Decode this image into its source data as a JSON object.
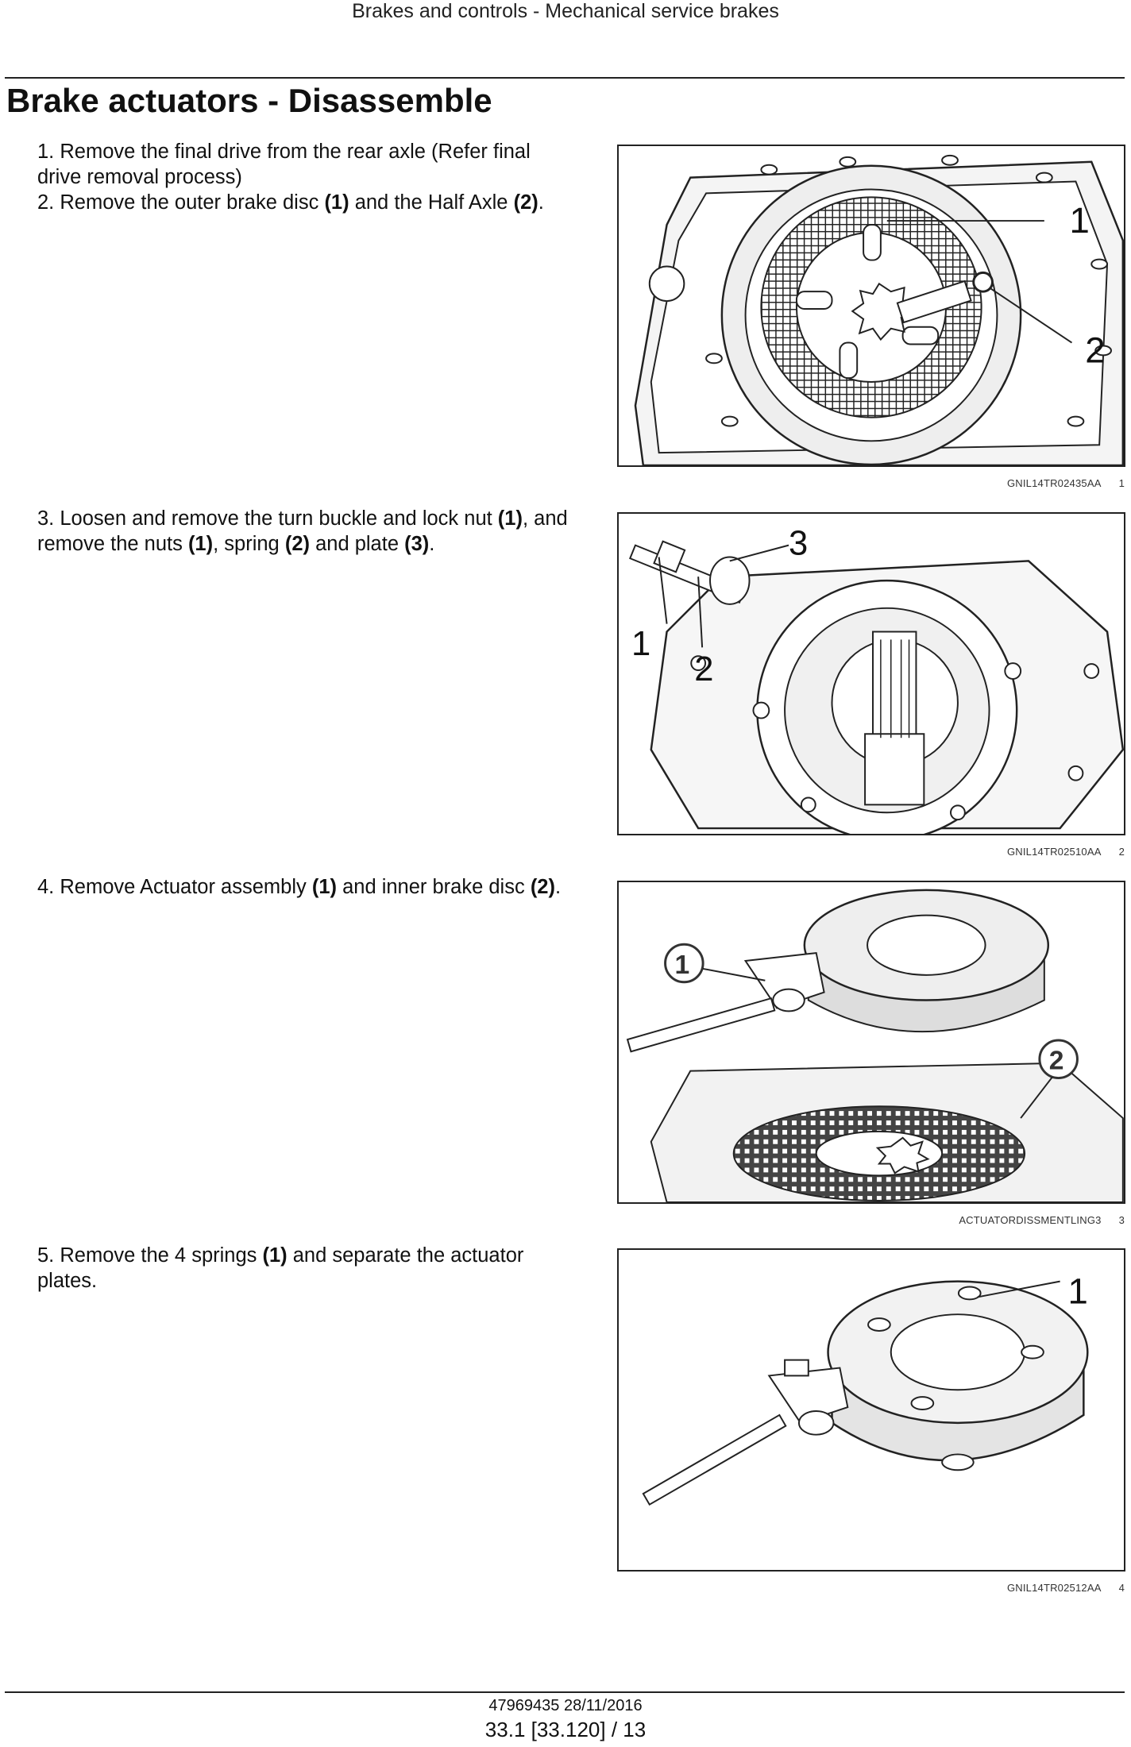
{
  "header": {
    "text": "Brakes and controls - Mechanical service brakes"
  },
  "title": "Brake actuators - Disassemble",
  "steps": [
    {
      "parts": [
        "1.  Remove the final drive from the rear axle (Refer final drive removal process)"
      ]
    },
    {
      "parts": [
        "2.  Remove the outer brake disc ",
        "(1)",
        " and the Half Axle ",
        "(2)",
        "."
      ]
    },
    {
      "parts": [
        "3. Loosen and remove the turn buckle and lock nut ",
        "(1)",
        ", and remove the nuts ",
        "(1)",
        ", spring ",
        "(2)",
        " and plate ",
        "(3)",
        "."
      ]
    },
    {
      "parts": [
        "4. Remove Actuator assembly ",
        "(1)",
        " and inner brake disc ",
        "(2)",
        "."
      ]
    },
    {
      "parts": [
        "5. Remove the 4 springs ",
        "(1)",
        " and separate the actuator plates."
      ]
    }
  ],
  "figures": [
    {
      "code": "GNIL14TR02435AA",
      "number": "1",
      "callouts": [
        "1",
        "2"
      ]
    },
    {
      "code": "GNIL14TR02510AA",
      "number": "2",
      "callouts": [
        "3",
        "1",
        "2"
      ]
    },
    {
      "code": "ACTUATORDISSMENTLING3",
      "number": "3",
      "callouts": [
        "1",
        "2"
      ]
    },
    {
      "code": "GNIL14TR02512AA",
      "number": "4",
      "callouts": [
        "1"
      ]
    }
  ],
  "footer": {
    "doc": "47969435 28/11/2016",
    "page": "33.1 [33.120] / 13"
  }
}
